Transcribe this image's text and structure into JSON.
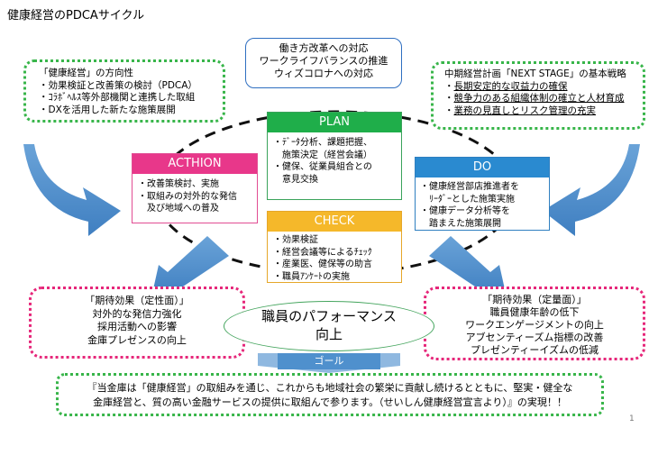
{
  "title": "健康経営のPDCAサイクル",
  "top_box": {
    "lines": [
      "働き方改革への対応",
      "ワークライフバランスの推進",
      "ウィズコロナへの対応"
    ]
  },
  "left_box": {
    "lines": [
      "「健康経営」の方向性",
      "・効果検証と改善策の検討（PDCA）",
      "・ｺﾗﾎﾞﾍﾙｽ等外部機関と連携した取組",
      "・DXを活用した新たな施策展開"
    ]
  },
  "right_box": {
    "heading": "中期経営計画「NEXT STAGE」の基本戦略",
    "items": [
      "長期安定的な収益力の確保",
      "競争力のある組織体制の確立と人材育成",
      "業務の見直しとリスク管理の充実"
    ]
  },
  "plan": {
    "label": "PLAN",
    "lines": [
      "・ﾃﾞｰﾀ分析、課題把握、",
      "　施策決定（経営会議）",
      "・健保、従業員組合との",
      "　意見交換"
    ]
  },
  "action": {
    "label": "ACTHION",
    "lines": [
      "・改善策検討、実施",
      "・取組みの対外的な発信",
      "　及び地域への普及"
    ]
  },
  "do": {
    "label": "DO",
    "lines": [
      "・健康経営部店推進者を",
      "　ﾘｰﾀﾞｰとした施策実施",
      "・健康データ分析等を",
      "　踏まえた施策展開"
    ]
  },
  "check": {
    "label": "CHECK",
    "lines": [
      "・効果検証",
      "・経営会議等によるﾁｪｯｸ",
      "・産業医、健保等の助言",
      "・職員ｱﾝｹｰﾄの実施"
    ]
  },
  "qualitative": {
    "lines": [
      "「期待効果（定性面）」",
      "対外的な発信力強化",
      "採用活動への影響",
      "金庫プレゼンスの向上"
    ]
  },
  "quantitative": {
    "lines": [
      "「期待効果（定量面）」",
      "職員健康年齢の低下",
      "ワークエンゲージメントの向上",
      "アブセンティーズム指標の改善",
      "プレゼンティーイズムの低減"
    ]
  },
  "performance": {
    "lines": [
      "職員のパフォーマンス",
      "向上"
    ]
  },
  "goal": {
    "label": "ゴール",
    "lines": [
      "『当金庫は「健康経営」の取組みを通じ、これからも地域社会の繁栄に貢献し続けるとともに、堅実・健全な",
      "金庫経営と、質の高い金融サービスの提供に取組んで参ります。（せいしん健康経営宣言より）』の実現！！"
    ]
  },
  "page_number": "1",
  "colors": {
    "plan": "#1fae4a",
    "action": "#e8378a",
    "do": "#2a8ad0",
    "check": "#f5b82a",
    "arrow": "#4f90cd",
    "green_dotted": "#38b54a",
    "pink_dotted": "#e6277a"
  }
}
